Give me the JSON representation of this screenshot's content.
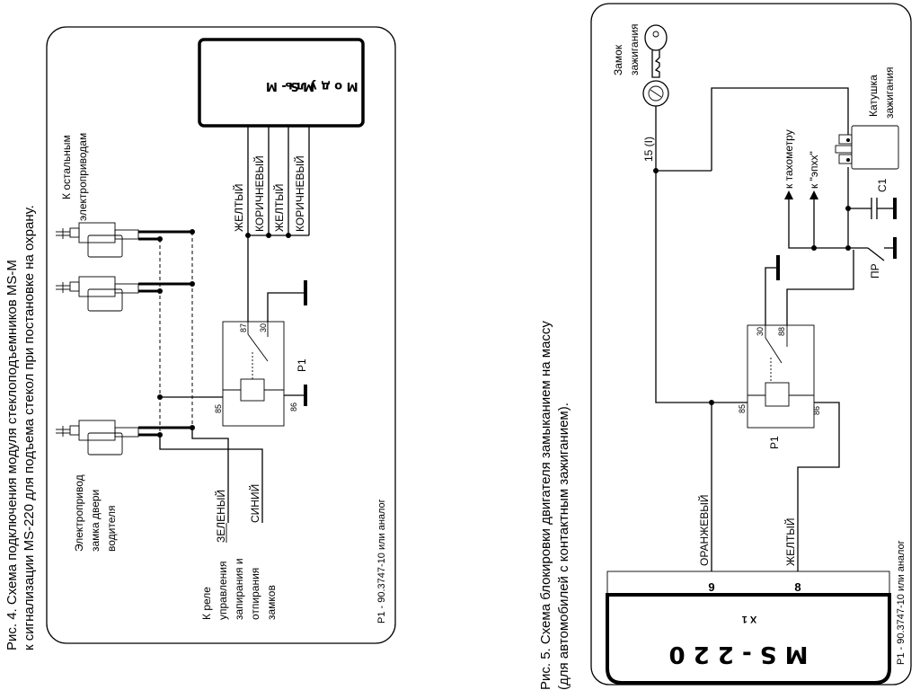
{
  "fig4": {
    "caption_line1": "Рис. 4. Схема подключения модуля стеклоподъемников MS-M",
    "caption_line2": "к сигнализации MS-220  для подъема стекол при постановке на охрану.",
    "module_line1": "М о д у л ь",
    "module_line2": "M S - M",
    "wires": [
      "ЖЕЛТЫЙ",
      "КОРИЧНЕВЫЙ",
      "ЖЕЛТЫЙ",
      "КОРИЧНЕВЫЙ"
    ],
    "other_actuators_line1": "К остальным",
    "other_actuators_line2": "электроприводам",
    "driver_actuator_line1": "Электропривод",
    "driver_actuator_line2": "замка двери",
    "driver_actuator_line3": "водителя",
    "relay_control_line1": "К реле",
    "relay_control_line2": "управления",
    "relay_control_line3": "запирания и",
    "relay_control_line4": "отпирания",
    "relay_control_line5": "замков",
    "green_wire": "ЗЕЛЕНЫЙ",
    "blue_wire": "СИНИЙ",
    "relay_name": "P1",
    "pin_87": "87",
    "pin_30": "30",
    "pin_85": "85",
    "pin_86": "86",
    "relay_note": "P1 - 90.3747-10 или аналог"
  },
  "fig5": {
    "caption_line1": "Рис. 5. Схема блокировки двигателя замыканием на массу",
    "caption_line2": "(для автомобилей с контактным зажиганием).",
    "ignition_line1": "Замок",
    "ignition_line2": "зажигания",
    "coil_line1": "Катушка",
    "coil_line2": "зажигания",
    "terminal_15": "15 (I)",
    "to_tacho": "к тахометру",
    "to_epkhh": "к \"эпхх\"",
    "capacitor": "C1",
    "breaker": "ПР",
    "relay_name": "P1",
    "pin_30": "30",
    "pin_88": "88",
    "pin_85": "85",
    "pin_86": "86",
    "orange_wire": "ОРАНЖЕВЫЙ",
    "yellow_wire": "ЖЕЛТЫЙ",
    "pin_9": "9",
    "pin_8": "8",
    "module_name": "M S - 2 2 0",
    "connector": "X 1",
    "relay_note": "P1 - 90.3747-10 или аналог"
  }
}
